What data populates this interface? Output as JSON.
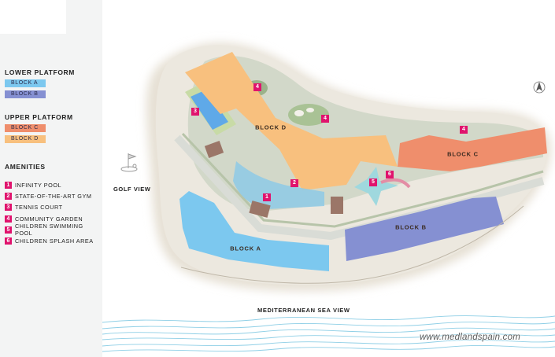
{
  "legend": {
    "lower_platform": {
      "heading": "LOWER PLATFORM",
      "blocks": [
        {
          "label": "BLOCK A",
          "color": "#7cc8ef"
        },
        {
          "label": "BLOCK B",
          "color": "#8590d2"
        }
      ]
    },
    "upper_platform": {
      "heading": "UPPER PLATFORM",
      "blocks": [
        {
          "label": "BLOCK C",
          "color": "#ef8e6c"
        },
        {
          "label": "BLOCK D",
          "color": "#f8c07e"
        }
      ]
    },
    "amenities": {
      "heading": "AMENITIES",
      "marker_color": "#e0136d",
      "items": [
        {
          "num": "1",
          "label": "INFINITY POOL"
        },
        {
          "num": "2",
          "label": "STATE-OF-THE-ART GYM"
        },
        {
          "num": "3",
          "label": "TENNIS COURT"
        },
        {
          "num": "4",
          "label": "COMMUNITY GARDEN"
        },
        {
          "num": "5",
          "label": "CHILDREN SWIMMING POOL"
        },
        {
          "num": "6",
          "label": "CHILDREN SPLASH AREA"
        }
      ]
    }
  },
  "map": {
    "blocks": {
      "a": "BLOCK A",
      "b": "BLOCK B",
      "c": "BLOCK C",
      "d": "BLOCK D"
    },
    "markers": {
      "m1": "1",
      "m2": "2",
      "m3": "3",
      "m4a": "4",
      "m4b": "4",
      "m4c": "4",
      "m5": "5",
      "m6": "6"
    },
    "golf_view_label": "GOLF VIEW",
    "sea_view_label": "MEDITERRANEAN SEA VIEW",
    "icons": [
      "golf-flag-icon",
      "north-arrow-icon"
    ]
  },
  "watermark": "www.medlandspain.com"
}
